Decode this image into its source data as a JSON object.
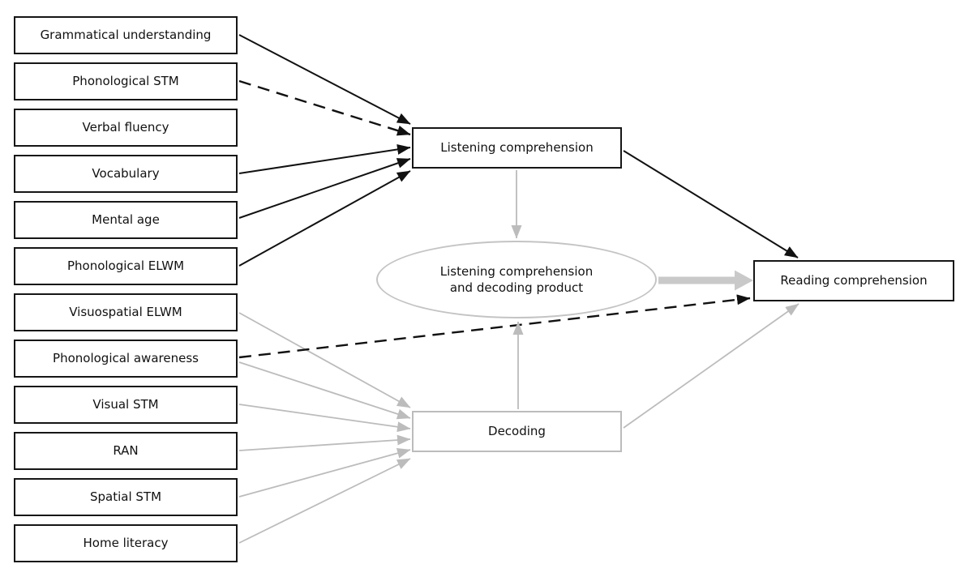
{
  "diagram": {
    "predictors": [
      {
        "label": "Grammatical understanding"
      },
      {
        "label": "Phonological STM"
      },
      {
        "label": "Verbal fluency"
      },
      {
        "label": "Vocabulary"
      },
      {
        "label": "Mental age"
      },
      {
        "label": "Phonological ELWM"
      },
      {
        "label": "Visuospatial ELWM"
      },
      {
        "label": "Phonological awareness"
      },
      {
        "label": "Visual STM"
      },
      {
        "label": "RAN"
      },
      {
        "label": "Spatial STM"
      },
      {
        "label": "Home literacy"
      }
    ],
    "mediators": {
      "listening": {
        "label": "Listening comprehension"
      },
      "product": {
        "line1": "Listening comprehension",
        "line2": "and decoding product"
      },
      "decoding": {
        "label": "Decoding"
      }
    },
    "outcome": {
      "label": "Reading comprehension"
    },
    "edges": [
      {
        "from": "Grammatical understanding",
        "to": "Listening comprehension",
        "style": "solid-black"
      },
      {
        "from": "Phonological STM",
        "to": "Listening comprehension",
        "style": "dashed-black"
      },
      {
        "from": "Vocabulary",
        "to": "Listening comprehension",
        "style": "solid-black"
      },
      {
        "from": "Mental age",
        "to": "Listening comprehension",
        "style": "solid-black"
      },
      {
        "from": "Phonological ELWM",
        "to": "Listening comprehension",
        "style": "solid-black"
      },
      {
        "from": "Visuospatial ELWM",
        "to": "Decoding",
        "style": "solid-gray"
      },
      {
        "from": "Phonological awareness",
        "to": "Decoding",
        "style": "solid-gray"
      },
      {
        "from": "Visual STM",
        "to": "Decoding",
        "style": "solid-gray"
      },
      {
        "from": "RAN",
        "to": "Decoding",
        "style": "solid-gray"
      },
      {
        "from": "Spatial STM",
        "to": "Decoding",
        "style": "solid-gray"
      },
      {
        "from": "Home literacy",
        "to": "Decoding",
        "style": "solid-gray"
      },
      {
        "from": "Phonological awareness",
        "to": "Reading comprehension",
        "style": "dashed-black"
      },
      {
        "from": "Listening comprehension",
        "to": "Reading comprehension",
        "style": "solid-black"
      },
      {
        "from": "Listening comprehension",
        "to": "Listening comprehension and decoding product",
        "style": "solid-gray"
      },
      {
        "from": "Decoding",
        "to": "Listening comprehension and decoding product",
        "style": "solid-gray"
      },
      {
        "from": "Listening comprehension and decoding product",
        "to": "Reading comprehension",
        "style": "thick-gray"
      },
      {
        "from": "Decoding",
        "to": "Reading comprehension",
        "style": "solid-gray"
      }
    ],
    "colors": {
      "line_black": "#111111",
      "line_gray": "#bcbcbc",
      "thick_arrow_gray": "#c9c9c9",
      "background": "#ffffff"
    }
  }
}
